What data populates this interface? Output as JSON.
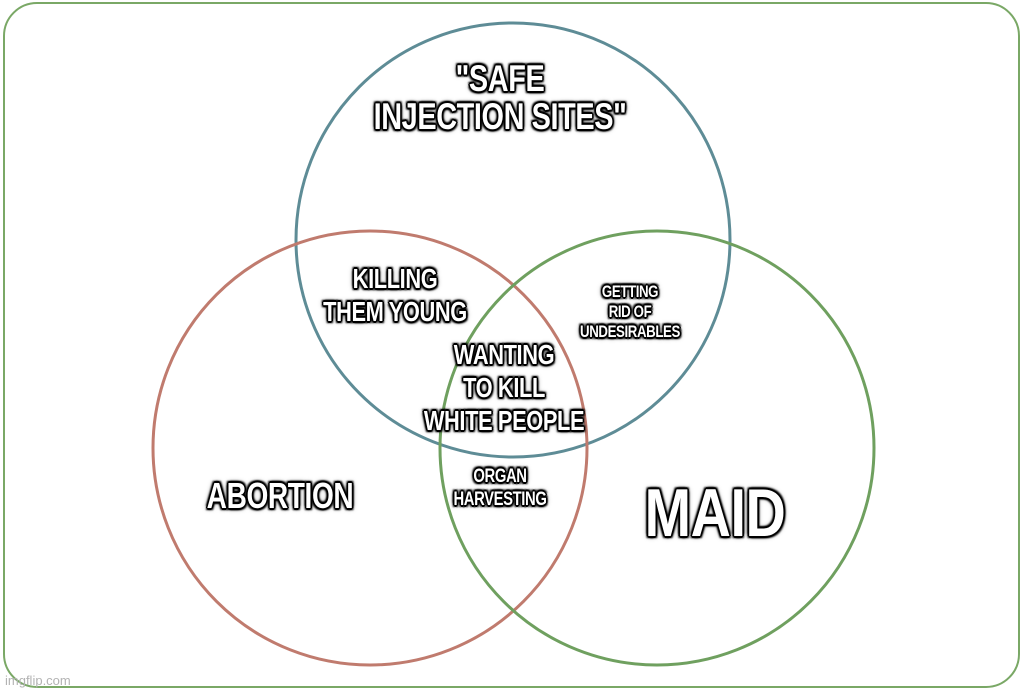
{
  "diagram": {
    "type": "venn-3",
    "colors": {
      "frame": "#7aa866",
      "top_circle": "#5e8c96",
      "left_circle": "#c07b6e",
      "right_circle": "#6fa05f"
    },
    "sets": {
      "top": "\"SAFE\nINJECTION SITES\"",
      "left": "ABORTION",
      "right": "MAID"
    },
    "intersections": {
      "top_left": "KILLING\nTHEM YOUNG",
      "top_right": "GETTING\nRID OF\nUNDESIRABLES",
      "left_right": "ORGAN\nHARVESTING",
      "all_three": "WANTING\nTO KILL\nWHITE PEOPLE"
    }
  },
  "watermark": "imgflip.com"
}
